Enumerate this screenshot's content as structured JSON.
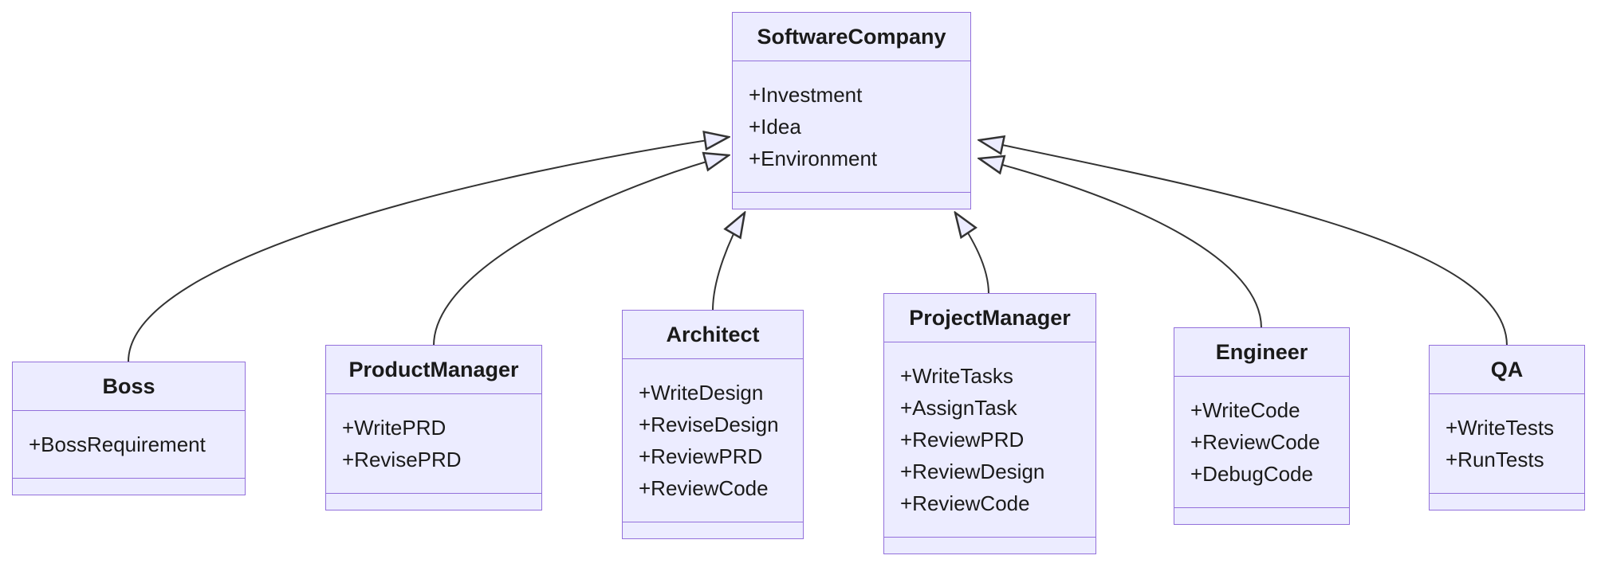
{
  "diagram": {
    "kind": "uml-class-diagram",
    "relationship_type": "inheritance"
  },
  "colors": {
    "class_fill": "#ECECFF",
    "class_border": "#9370DB",
    "edge_stroke": "#333333",
    "text": "#1A1A1A",
    "background": "#FFFFFF"
  },
  "classes": {
    "software_company": {
      "name": "SoftwareCompany",
      "members": [
        "+Investment",
        "+Idea",
        "+Environment"
      ]
    },
    "boss": {
      "name": "Boss",
      "members": [
        "+BossRequirement"
      ]
    },
    "product_manager": {
      "name": "ProductManager",
      "members": [
        "+WritePRD",
        "+RevisePRD"
      ]
    },
    "architect": {
      "name": "Architect",
      "members": [
        "+WriteDesign",
        "+ReviseDesign",
        "+ReviewPRD",
        "+ReviewCode"
      ]
    },
    "project_manager": {
      "name": "ProjectManager",
      "members": [
        "+WriteTasks",
        "+AssignTask",
        "+ReviewPRD",
        "+ReviewDesign",
        "+ReviewCode"
      ]
    },
    "engineer": {
      "name": "Engineer",
      "members": [
        "+WriteCode",
        "+ReviewCode",
        "+DebugCode"
      ]
    },
    "qa": {
      "name": "QA",
      "members": [
        "+WriteTests",
        "+RunTests"
      ]
    }
  },
  "edges": [
    {
      "from": "Boss",
      "to": "SoftwareCompany",
      "type": "inheritance"
    },
    {
      "from": "ProductManager",
      "to": "SoftwareCompany",
      "type": "inheritance"
    },
    {
      "from": "Architect",
      "to": "SoftwareCompany",
      "type": "inheritance"
    },
    {
      "from": "ProjectManager",
      "to": "SoftwareCompany",
      "type": "inheritance"
    },
    {
      "from": "Engineer",
      "to": "SoftwareCompany",
      "type": "inheritance"
    },
    {
      "from": "QA",
      "to": "SoftwareCompany",
      "type": "inheritance"
    }
  ]
}
